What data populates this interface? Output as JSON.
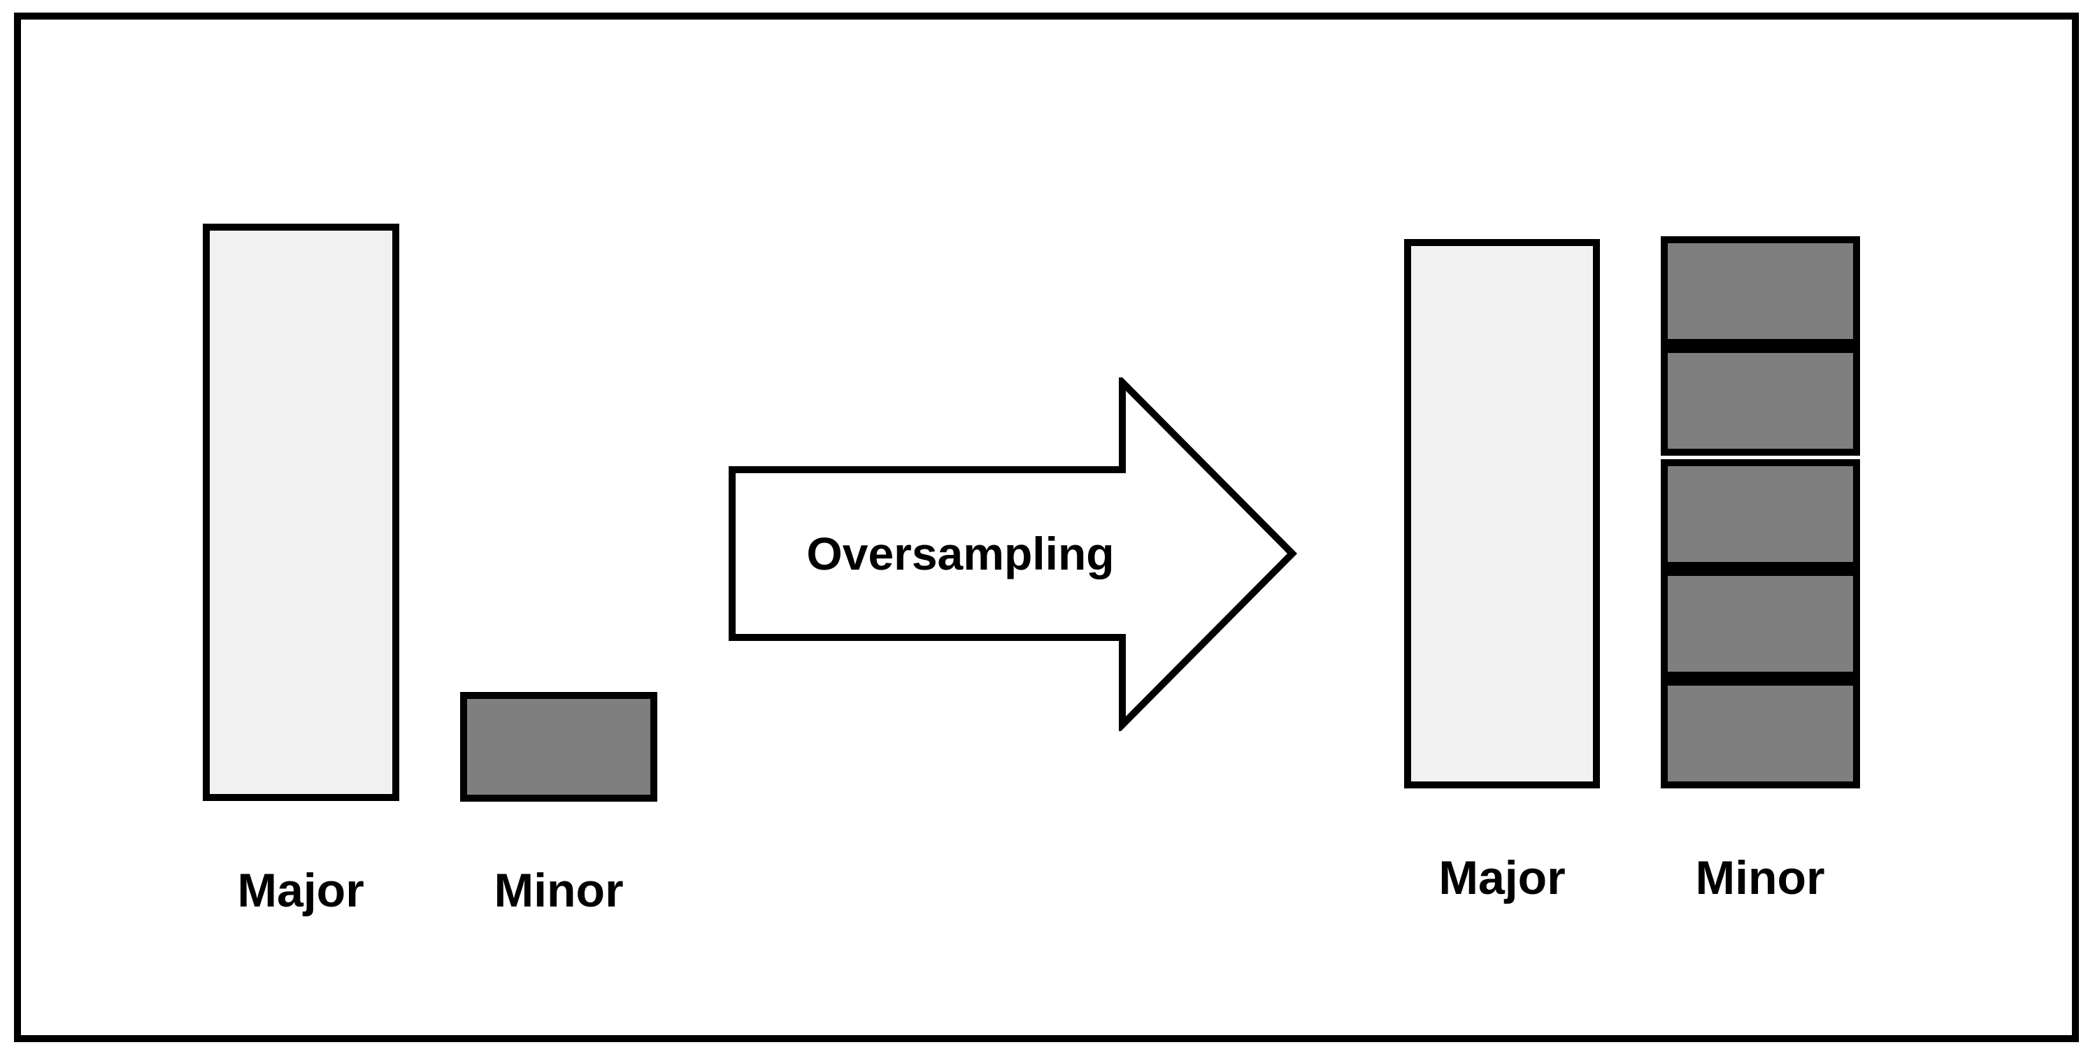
{
  "arrow": {
    "label": "Oversampling",
    "direction": "right"
  },
  "left_panel": {
    "major_label": "Major",
    "minor_label": "Minor"
  },
  "right_panel": {
    "major_label": "Major",
    "minor_label": "Minor",
    "minor_box_count": 5
  },
  "colors": {
    "background": "#ffffff",
    "outline": "#000000",
    "major_fill": "#f1f1f1",
    "minor_fill": "#7f7f7f"
  }
}
